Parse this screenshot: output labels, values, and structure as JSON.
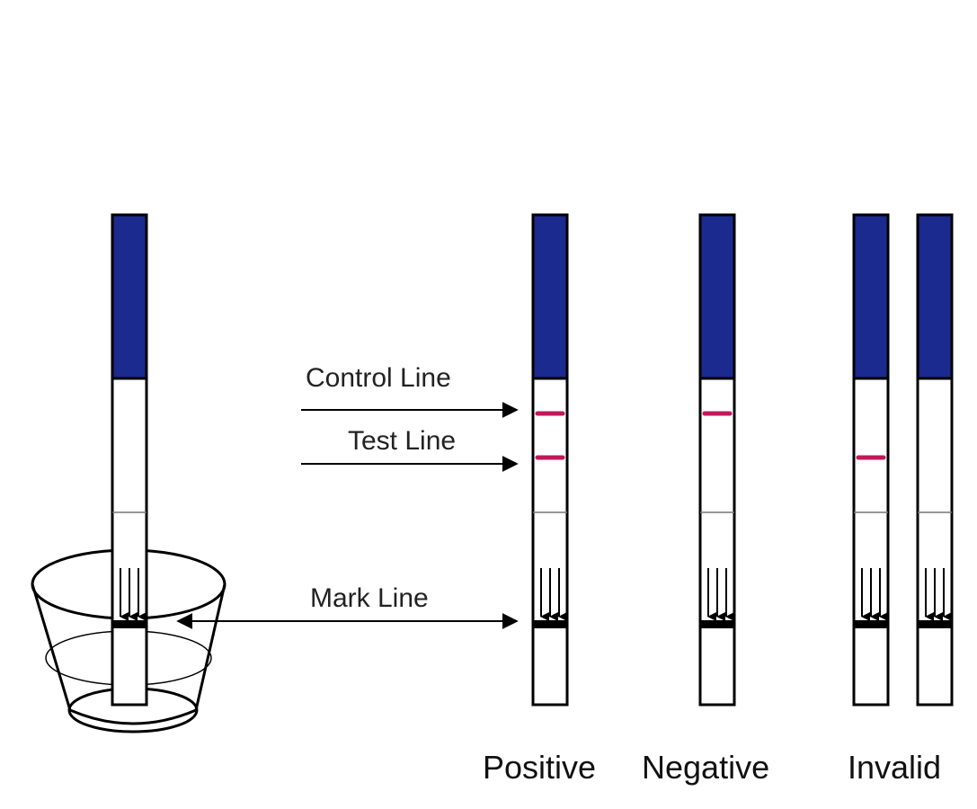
{
  "labels": {
    "control_line": "Control Line",
    "test_line": "Test Line",
    "mark_line": "Mark Line"
  },
  "results": {
    "positive": "Positive",
    "negative": "Negative",
    "invalid": "Invalid"
  },
  "colors": {
    "strip_handle": "#1a2a8e",
    "reaction_band": "#c2185b",
    "outline": "#000000",
    "background": "#ffffff"
  }
}
